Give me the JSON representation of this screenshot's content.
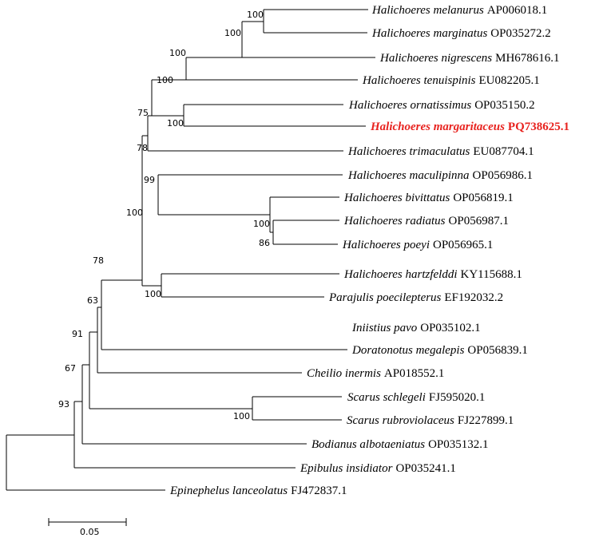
{
  "taxa": {
    "melanurus": {
      "species": "Halichoeres melanurus",
      "accession": "AP006018.1"
    },
    "marginatus": {
      "species": "Halichoeres marginatus",
      "accession": "OP035272.2"
    },
    "nigrescens": {
      "species": "Halichoeres nigrescens",
      "accession": "MH678616.1"
    },
    "tenuispinis": {
      "species": "Halichoeres tenuispinis",
      "accession": "EU082205.1"
    },
    "ornatissimus": {
      "species": "Halichoeres ornatissimus",
      "accession": "OP035150.2"
    },
    "margaritaceus": {
      "species": "Halichoeres margaritaceus",
      "accession": "PQ738625.1"
    },
    "trimaculatus": {
      "species": "Halichoeres trimaculatus",
      "accession": "EU087704.1"
    },
    "maculipinna": {
      "species": "Halichoeres maculipinna",
      "accession": "OP056986.1"
    },
    "bivittatus": {
      "species": "Halichoeres bivittatus",
      "accession": "OP056819.1"
    },
    "radiatus": {
      "species": "Halichoeres radiatus",
      "accession": "OP056987.1"
    },
    "poeyi": {
      "species": "Halichoeres poeyi",
      "accession": "OP056965.1"
    },
    "hartzfelddi": {
      "species": "Halichoeres hartzfelddi",
      "accession": "KY115688.1"
    },
    "parajulis": {
      "species": "Parajulis poecilepterus",
      "accession": "EF192032.2"
    },
    "iniistius": {
      "species": "Iniistius pavo",
      "accession": "OP035102.1"
    },
    "doratonotus": {
      "species": "Doratonotus megalepis",
      "accession": "OP056839.1"
    },
    "cheilio": {
      "species": "Cheilio inermis",
      "accession": "AP018552.1"
    },
    "schlegeli": {
      "species": "Scarus schlegeli",
      "accession": "FJ595020.1"
    },
    "rubroviolaceus": {
      "species": "Scarus rubroviolaceus",
      "accession": "FJ227899.1"
    },
    "bodianus": {
      "species": "Bodianus albotaeniatus",
      "accession": "OP035132.1"
    },
    "epibulus": {
      "species": "Epibulus insidiator",
      "accession": "OP035241.1"
    },
    "epinephelus": {
      "species": "Epinephelus lanceolatus",
      "accession": "FJ472837.1"
    }
  },
  "support": {
    "n1": "100",
    "n2": "100",
    "n3": "100",
    "n4": "100",
    "n5": "100",
    "n6": "75",
    "n7": "100",
    "n8": "86",
    "n9": "99",
    "n10": "100",
    "n11": "78",
    "n12": "100",
    "n13": "78",
    "n14": "63",
    "n15": "100",
    "n16": "91",
    "n17": "67",
    "n18": "93"
  },
  "scale_bar": {
    "label": "0.05"
  },
  "colors": {
    "highlight": "#e8231f",
    "line": "#000000"
  }
}
